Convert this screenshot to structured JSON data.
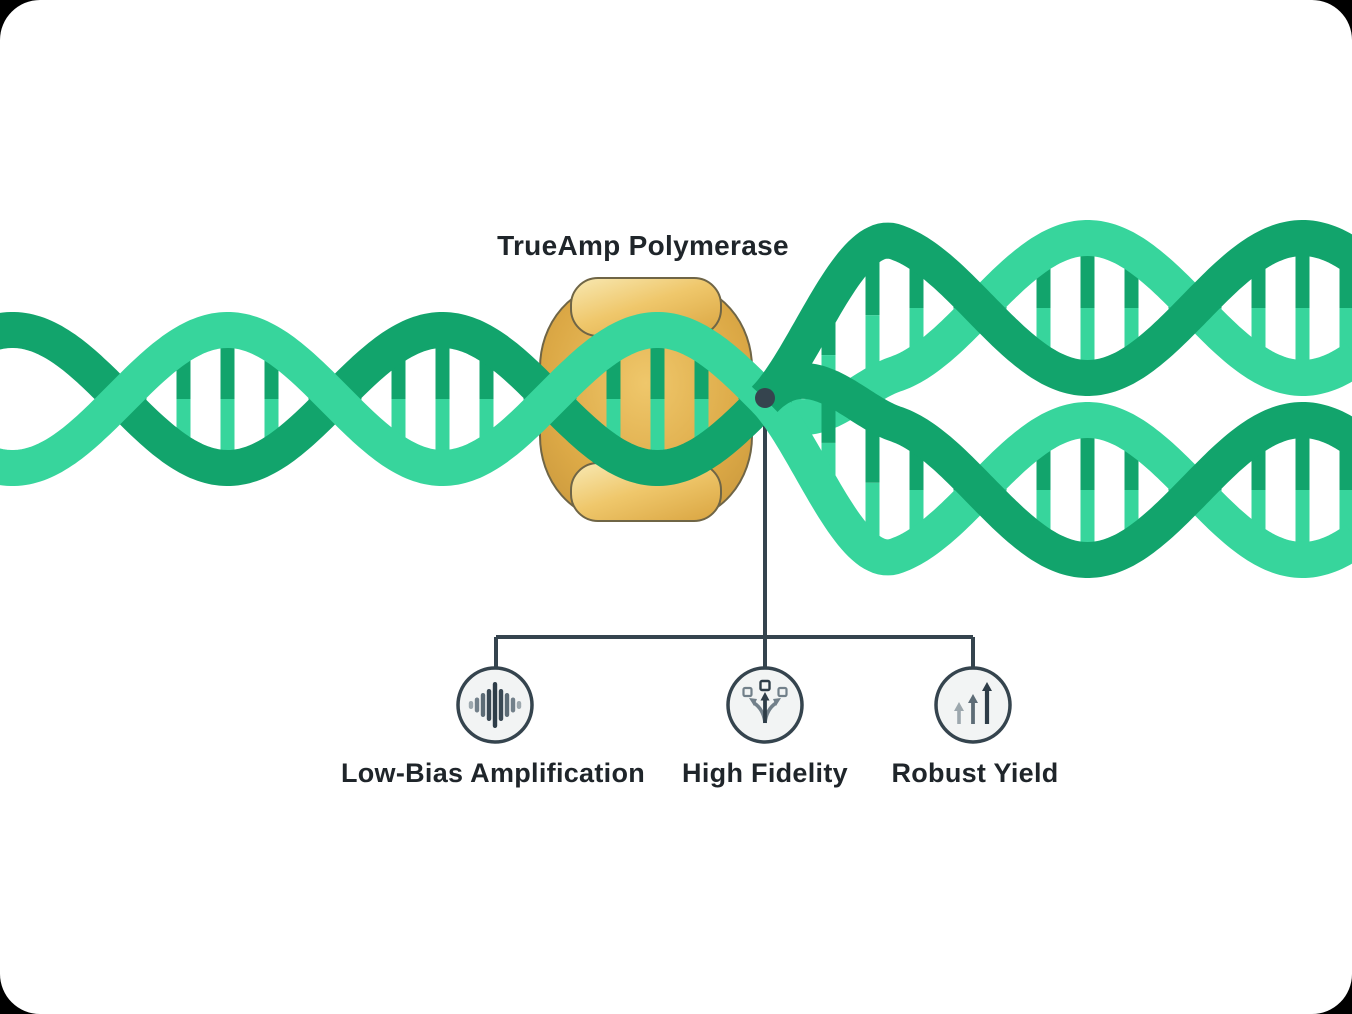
{
  "title": "TrueAmp Polymerase",
  "features": [
    {
      "label": "Low-Bias Amplification",
      "icon": "equalizer-bars-icon"
    },
    {
      "label": "High Fidelity",
      "icon": "branching-arrows-icon"
    },
    {
      "label": "Robust Yield",
      "icon": "rising-arrows-icon"
    }
  ],
  "colors": {
    "dna_dark_green": "#12A46C",
    "dna_light_green": "#37D59C",
    "enzyme_gold": "#DCA946",
    "enzyme_gold_light": "#F8E9B3",
    "enzyme_gold_mid": "#EFC76B",
    "enzyme_gold_deep": "#C6953C",
    "enzyme_outline": "#6F6546",
    "line_slate": "#35444E",
    "icon_dark": "#2E3D48",
    "icon_mid": "#5D6C76",
    "icon_gray": "#72808A",
    "icon_light_gray": "#9CA7AD",
    "circle_fill": "#F2F4F4",
    "text": "#1F252A",
    "background": "#FFFFFF"
  }
}
